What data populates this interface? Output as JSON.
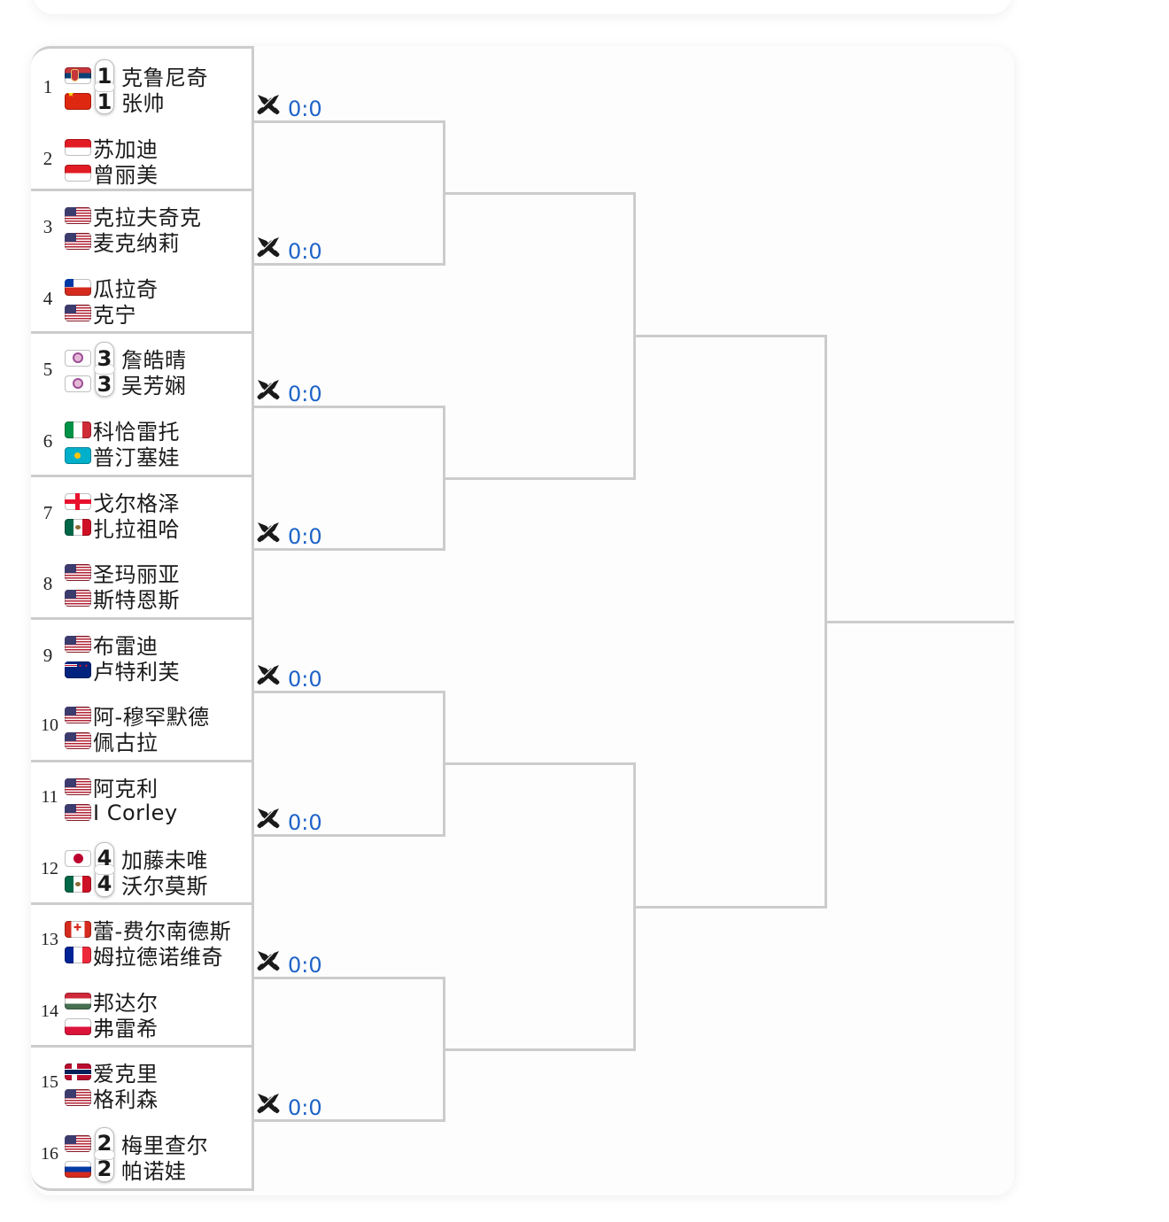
{
  "bracket": {
    "matches": [
      {
        "seed": "1",
        "players": [
          {
            "flag": "rs",
            "country": "Serbia",
            "name": "克鲁尼奇",
            "rank": "1"
          },
          {
            "flag": "cn",
            "country": "China",
            "name": "张帅",
            "rank": "1"
          }
        ]
      },
      {
        "seed": "2",
        "players": [
          {
            "flag": "id",
            "country": "Indonesia",
            "name": "苏加迪"
          },
          {
            "flag": "id",
            "country": "Indonesia",
            "name": "曾丽美"
          }
        ]
      },
      {
        "seed": "3",
        "players": [
          {
            "flag": "us",
            "country": "USA",
            "name": "克拉夫奇克"
          },
          {
            "flag": "us",
            "country": "USA",
            "name": "麦克纳莉"
          }
        ]
      },
      {
        "seed": "4",
        "players": [
          {
            "flag": "cl",
            "country": "Chile",
            "name": "瓜拉奇"
          },
          {
            "flag": "us",
            "country": "USA",
            "name": "克宁"
          }
        ]
      },
      {
        "seed": "5",
        "players": [
          {
            "flag": "tpe",
            "country": "Chinese Taipei",
            "name": "詹皓晴",
            "rank": "3"
          },
          {
            "flag": "tpe",
            "country": "Chinese Taipei",
            "name": "吴芳娴",
            "rank": "3"
          }
        ]
      },
      {
        "seed": "6",
        "players": [
          {
            "flag": "it",
            "country": "Italy",
            "name": "科恰雷托"
          },
          {
            "flag": "kz",
            "country": "Kazakhstan",
            "name": "普汀塞娃"
          }
        ]
      },
      {
        "seed": "7",
        "players": [
          {
            "flag": "ge",
            "country": "Georgia",
            "name": "戈尔格泽"
          },
          {
            "flag": "mx",
            "country": "Mexico",
            "name": "扎拉祖哈"
          }
        ]
      },
      {
        "seed": "8",
        "players": [
          {
            "flag": "us",
            "country": "USA",
            "name": "圣玛丽亚"
          },
          {
            "flag": "us",
            "country": "USA",
            "name": "斯特恩斯"
          }
        ]
      },
      {
        "seed": "9",
        "players": [
          {
            "flag": "us",
            "country": "USA",
            "name": "布雷迪"
          },
          {
            "flag": "nz",
            "country": "New Zealand",
            "name": "卢特利芙"
          }
        ]
      },
      {
        "seed": "10",
        "players": [
          {
            "flag": "us",
            "country": "USA",
            "name": "阿-穆罕默德"
          },
          {
            "flag": "us",
            "country": "USA",
            "name": "佩古拉"
          }
        ]
      },
      {
        "seed": "11",
        "players": [
          {
            "flag": "us",
            "country": "USA",
            "name": "阿克利"
          },
          {
            "flag": "us",
            "country": "USA",
            "name": "I Corley"
          }
        ]
      },
      {
        "seed": "12",
        "players": [
          {
            "flag": "jp",
            "country": "Japan",
            "name": "加藤未唯",
            "rank": "4"
          },
          {
            "flag": "mx",
            "country": "Mexico",
            "name": "沃尔莫斯",
            "rank": "4"
          }
        ]
      },
      {
        "seed": "13",
        "players": [
          {
            "flag": "ca",
            "country": "Canada",
            "name": "蕾-费尔南德斯"
          },
          {
            "flag": "fr",
            "country": "France",
            "name": "姆拉德诺维奇"
          }
        ]
      },
      {
        "seed": "14",
        "players": [
          {
            "flag": "hu",
            "country": "Hungary",
            "name": "邦达尔"
          },
          {
            "flag": "pl",
            "country": "Poland",
            "name": "弗雷希"
          }
        ]
      },
      {
        "seed": "15",
        "players": [
          {
            "flag": "no",
            "country": "Norway",
            "name": "爱克里"
          },
          {
            "flag": "us",
            "country": "USA",
            "name": "格利森"
          }
        ]
      },
      {
        "seed": "16",
        "players": [
          {
            "flag": "us",
            "country": "USA",
            "name": "梅里查尔",
            "rank": "2"
          },
          {
            "flag": "ru",
            "country": "Russia",
            "name": "帕诺娃",
            "rank": "2"
          }
        ]
      }
    ],
    "round1_scores": [
      "0:0",
      "0:0",
      "0:0",
      "0:0",
      "0:0",
      "0:0",
      "0:0",
      "0:0"
    ],
    "score_icon": "crossed-swords-icon",
    "colors": {
      "line": "#cccccc",
      "score": "#1e63c8",
      "text": "#1a1a1a"
    }
  }
}
